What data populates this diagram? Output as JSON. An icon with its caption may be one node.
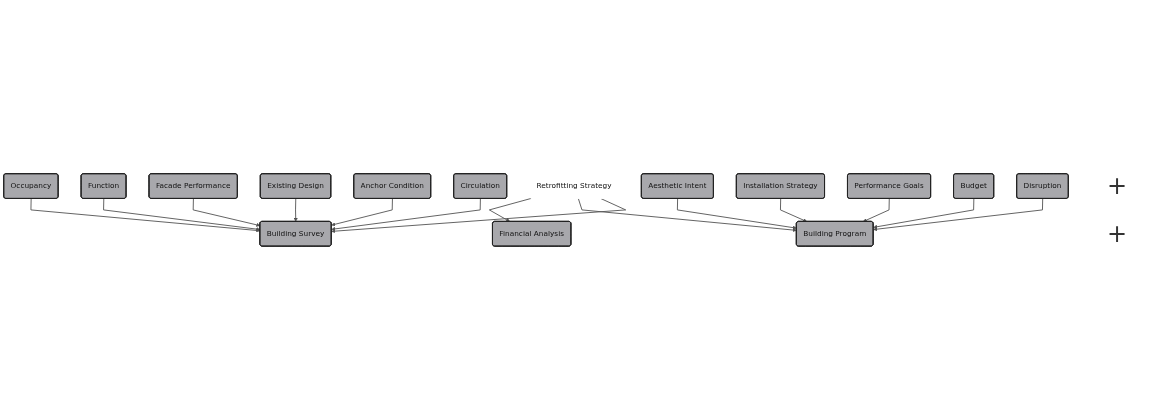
{
  "diagram": {
    "nodes": [
      {
        "text": [
          "Existing Design"
        ]
      },
      {
        "text": [
          "Facade Performance"
        ]
      },
      {
        "text": [
          "Performance Goals"
        ]
      },
      {
        "text": [
          "Installation Strategy"
        ]
      },
      {
        "text": [
          "Anchor Condition"
        ]
      },
      {
        "text": [
          "Function"
        ]
      },
      {
        "text": [
          "Budget"
        ]
      },
      {
        "text": [
          "Aesthetic Intent"
        ]
      },
      {
        "text": [
          "Circulation"
        ]
      },
      {
        "text": [
          "Occupancy"
        ]
      },
      {
        "text": [
          "Disruption"
        ]
      },
      {
        "text": [
          "Building Survey"
        ]
      },
      {
        "text": [
          "Building Program"
        ]
      },
      {
        "text": [
          "Financial Analysis"
        ]
      },
      {
        "text": [
          "Retrofitting Strategy"
        ]
      }
    ],
    "edges": [
      {
        "from": 8,
        "to": 11,
        "arrow": "to"
      },
      {
        "from": 4,
        "to": 11,
        "arrow": "to"
      },
      {
        "from": 0,
        "to": 11,
        "arrow": "to"
      },
      {
        "from": 1,
        "to": 11,
        "arrow": "to"
      },
      {
        "from": 5,
        "to": 11,
        "arrow": "to"
      },
      {
        "from": 9,
        "to": 11,
        "arrow": "to"
      },
      {
        "from": 10,
        "to": 12,
        "arrow": "to"
      },
      {
        "from": 6,
        "to": 12,
        "arrow": "to"
      },
      {
        "from": 2,
        "to": 12,
        "arrow": "to"
      },
      {
        "from": 3,
        "to": 12,
        "arrow": "to"
      },
      {
        "from": 7,
        "to": 12,
        "arrow": "to"
      },
      {
        "from": 14,
        "to": 11,
        "arrow": "to"
      },
      {
        "from": 14,
        "to": 12,
        "arrow": "to"
      },
      {
        "from": 14,
        "to": 13,
        "arrow": "to"
      }
    ],
    "labels": [
      "+",
      "+"
    ]
  }
}
